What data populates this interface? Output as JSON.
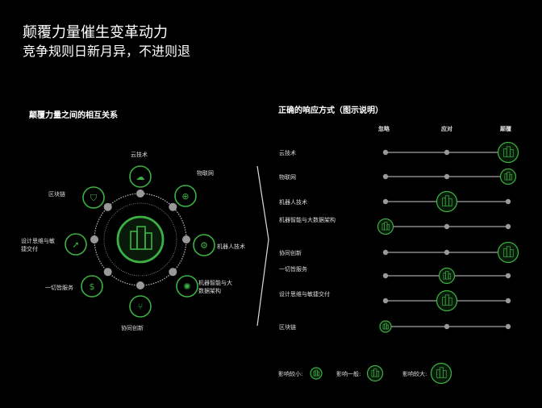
{
  "title": "颠覆力量催生变革动力",
  "subtitle": "竞争规则日新月异，不进则退",
  "left_heading": "颠覆力量之间的相互关系",
  "right_heading": "正确的响应方式（图示说明）",
  "columns": [
    "忽略",
    "应对",
    "颠覆"
  ],
  "accent": "#3cb043",
  "forces": [
    {
      "label": "云技术",
      "icon": "cloud-upload-icon",
      "position": 2,
      "impact": 3
    },
    {
      "label": "物联网",
      "icon": "antenna-icon",
      "position": 2,
      "impact": 2
    },
    {
      "label": "机器人技术",
      "icon": "robot-arm-icon",
      "position": 1,
      "impact": 3
    },
    {
      "label": "机器智能与大数据架构",
      "icon": "brain-icon",
      "position": 0,
      "impact": 2
    },
    {
      "label": "协同创新",
      "icon": "circuit-icon",
      "position": 2,
      "impact": 3
    },
    {
      "label": "一切皆服务",
      "icon": "phone-dollar-icon",
      "position": 1,
      "impact": 2
    },
    {
      "label": "设计思维与敏捷交付",
      "icon": "runner-icon",
      "position": 1,
      "impact": 3
    },
    {
      "label": "区块链",
      "icon": "shield-icon",
      "position": 0,
      "impact": 1
    }
  ],
  "legend": [
    "影响较小:",
    "影响一般:",
    "影响较大:"
  ]
}
